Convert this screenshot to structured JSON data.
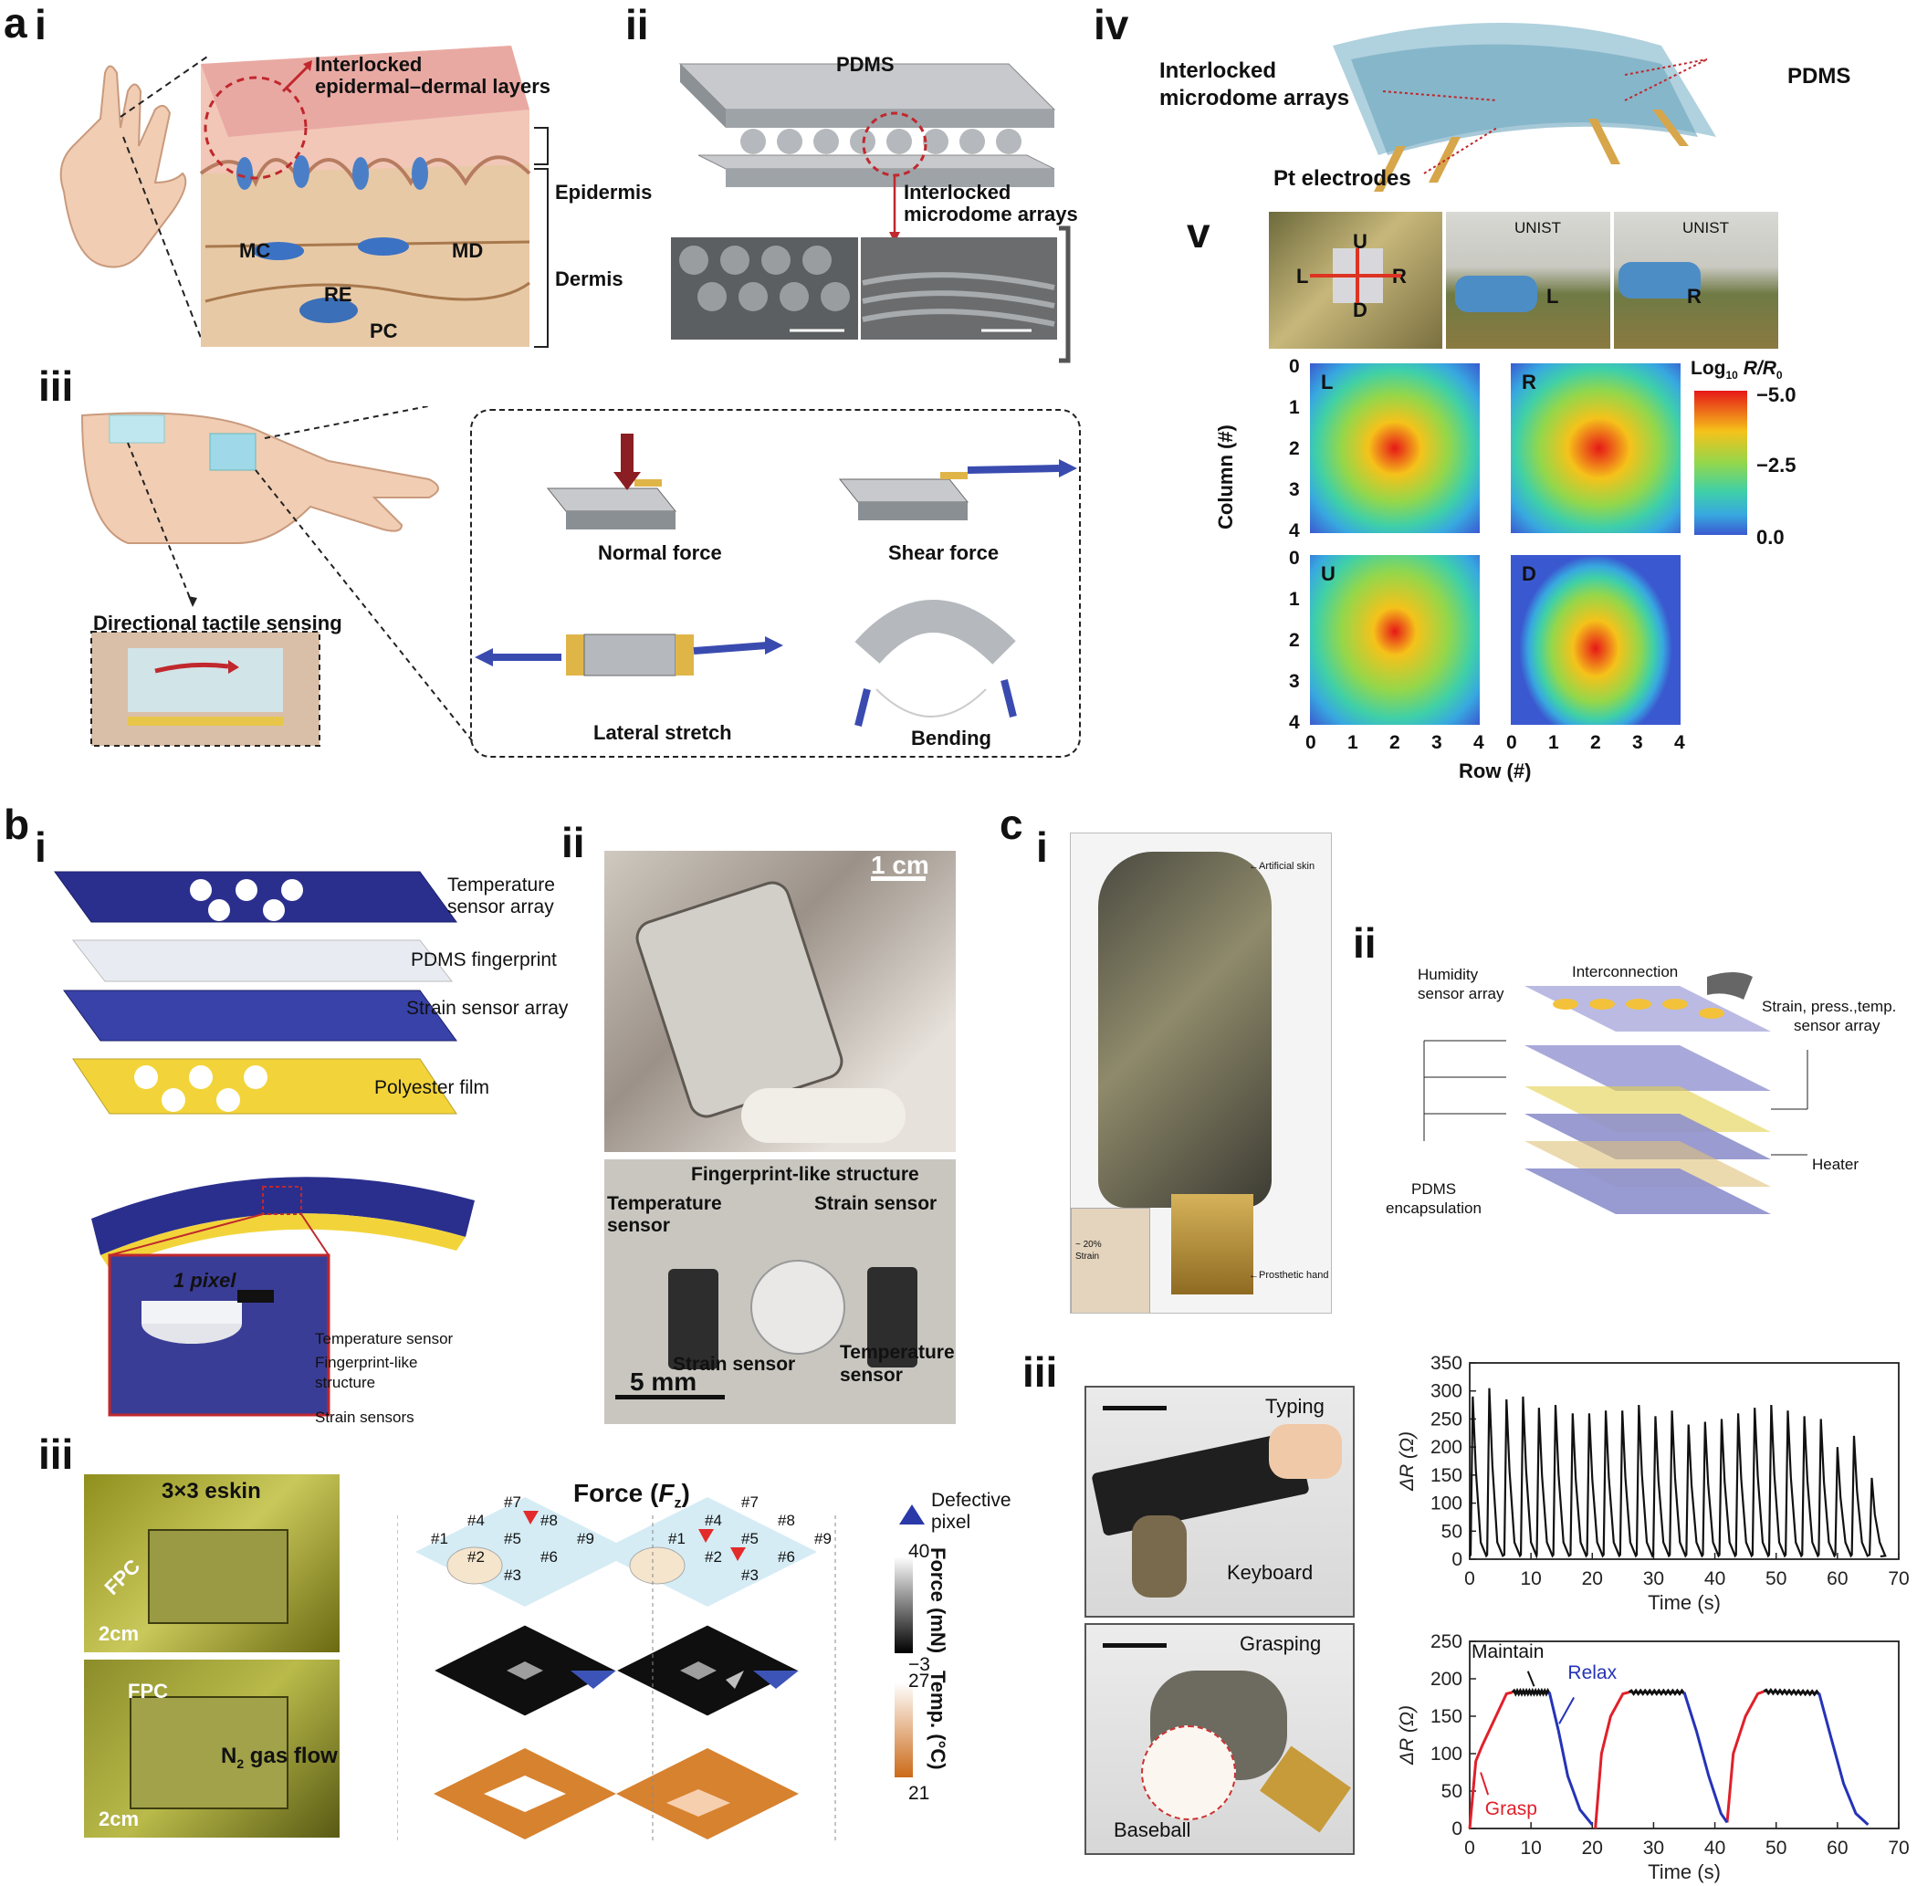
{
  "panels": {
    "a": "a",
    "b": "b",
    "c": "c",
    "i": "i",
    "ii": "ii",
    "iii": "iii",
    "iv": "iv",
    "v": "v"
  },
  "a": {
    "i_labels": {
      "interlocked": "Interlocked",
      "epidermal": "epidermal–dermal layers",
      "epidermis": "Epidermis",
      "dermis": "Dermis",
      "mc": "MC",
      "md": "MD",
      "re": "RE",
      "pc": "PC"
    },
    "ii_labels": {
      "pdms": "PDMS",
      "interlocked": "Interlocked",
      "microdome": "microdome arrays"
    },
    "iii_labels": {
      "directional": "Directional tactile sensing",
      "normal": "Normal force",
      "shear": "Shear force",
      "lateral": "Lateral stretch",
      "bending": "Bending"
    },
    "iv_labels": {
      "interlocked": "Interlocked",
      "microdome": "microdome arrays",
      "pdms": "PDMS",
      "pt": "Pt electrodes"
    },
    "v_labels": {
      "U": "U",
      "L": "L",
      "R": "R",
      "D": "D",
      "unist": "UNIST",
      "colorbar_title_log": "Log",
      "colorbar_title_sub": "10",
      "colorbar_title_ratio": "R/R",
      "colorbar_title_sub0": "0",
      "cb_top": "−5.0",
      "cb_mid": "−2.5",
      "cb_bot": "0.0",
      "ylabel": "Column (#)",
      "xlabel": "Row (#)",
      "ticks": [
        "0",
        "1",
        "2",
        "3",
        "4"
      ],
      "map_labels": [
        "L",
        "R",
        "U",
        "D"
      ]
    }
  },
  "b": {
    "i_labels": {
      "temp_array_1": "Temperature",
      "temp_array_2": "sensor array",
      "pdms_fp": "PDMS fingerprint",
      "strain_array": "Strain sensor array",
      "polyester": "Polyester film",
      "pixel": "1 pixel",
      "temp_sensor": "Temperature sensor",
      "fp_struct_1": "Fingerprint-like",
      "fp_struct_2": "structure",
      "strain_sensors": "Strain sensors"
    },
    "ii_labels": {
      "scale_top": "1 cm",
      "fp": "Fingerprint-like structure",
      "temp_1": "Temperature",
      "temp_2": "sensor",
      "strain_1": "Strain sensor",
      "strain_2": "Strain sensor",
      "temp_r1": "Temperature",
      "temp_r2": "sensor",
      "scale_bot": "5 mm"
    },
    "iii_labels": {
      "eskin": "3×3 eskin",
      "fpc": "FPC",
      "scale1": "2cm",
      "fpc2": "FPC",
      "n2": "N",
      "n2sub": "2",
      "gasflow": " gas flow",
      "scale2": "2cm",
      "force_title": "Force (",
      "force_f": "F",
      "force_z": "z",
      "force_close": ")",
      "defective_1": "Defective",
      "defective_2": "pixel",
      "pixel_ids": [
        "#1",
        "#2",
        "#3",
        "#4",
        "#5",
        "#6",
        "#7",
        "#8",
        "#9"
      ],
      "force_axis": "Force (mN)",
      "force_max": "40",
      "force_min": "−3",
      "temp_axis": "Temp. (°C)",
      "temp_max": "27",
      "temp_min": "21"
    }
  },
  "c": {
    "i_labels": {
      "artificial_skin": "←Artificial skin",
      "prosthetic": "←Prosthetic hand",
      "strain_inset_1": "~ 20%",
      "strain_inset_2": "Strain"
    },
    "ii_labels": {
      "humidity_1": "Humidity",
      "humidity_2": "sensor array",
      "interconnection": "Interconnection",
      "strain_1": "Strain, press.,temp.",
      "strain_2": "sensor array",
      "pdms_1": "PDMS",
      "pdms_2": "encapsulation",
      "heater": "Heater"
    },
    "iii_labels": {
      "typing": "Typing",
      "keyboard": "Keyboard",
      "grasping": "Grasping",
      "baseball": "Baseball",
      "maintain": "Maintain",
      "relax": "Relax",
      "grasp": "Grasp"
    }
  },
  "colors": {
    "accent_red": "#c0282d",
    "arrow_blue": "#3a4bb0",
    "trace_black": "#111111",
    "grasp_red": "#e0202a",
    "relax_blue": "#2533b8",
    "orange_pixel": "#d77a2a"
  },
  "chart_data": [
    {
      "type": "line",
      "title": "",
      "xlabel": "Time (s)",
      "ylabel": "ΔR (Ω)",
      "xlim": [
        0,
        70
      ],
      "ylim": [
        0,
        350
      ],
      "xticks": [
        0,
        10,
        20,
        30,
        40,
        50,
        60,
        70
      ],
      "yticks": [
        0,
        50,
        100,
        150,
        200,
        250,
        300,
        350
      ],
      "series": [
        {
          "peaks_x": [
            0.5,
            3.2,
            6.0,
            8.7,
            11.3,
            14.0,
            16.8,
            19.5,
            22.2,
            24.9,
            27.6,
            30.3,
            33.0,
            35.7,
            38.4,
            41.1,
            43.8,
            46.5,
            49.2,
            51.9,
            54.6,
            57.3,
            60.0,
            62.7,
            65.6
          ],
          "peaks_y": [
            290,
            305,
            285,
            290,
            270,
            275,
            260,
            260,
            265,
            265,
            275,
            255,
            265,
            240,
            245,
            250,
            260,
            270,
            275,
            265,
            255,
            250,
            200,
            220,
            145
          ]
        }
      ]
    },
    {
      "type": "line",
      "title": "",
      "xlabel": "Time (s)",
      "ylabel": "ΔR (Ω)",
      "xlim": [
        0,
        70
      ],
      "ylim": [
        0,
        250
      ],
      "xticks": [
        0,
        10,
        20,
        30,
        40,
        50,
        60,
        70
      ],
      "yticks": [
        0,
        50,
        100,
        150,
        200,
        250
      ],
      "series": [
        {
          "name": "Grasp",
          "segments": [
            [
              [
                0,
                0
              ],
              [
                1,
                90
              ],
              [
                2,
                110
              ],
              [
                4,
                145
              ],
              [
                6,
                180
              ],
              [
                7,
                182
              ]
            ],
            [
              [
                20.5,
                0
              ],
              [
                21.5,
                100
              ],
              [
                23,
                150
              ],
              [
                25,
                180
              ],
              [
                26,
                182
              ]
            ],
            [
              [
                42,
                8
              ],
              [
                43,
                100
              ],
              [
                45,
                150
              ],
              [
                47,
                180
              ],
              [
                48,
                183
              ]
            ]
          ]
        },
        {
          "name": "Maintain",
          "segments": [
            [
              [
                7,
                182
              ],
              [
                13,
                182
              ]
            ],
            [
              [
                26,
                182
              ],
              [
                35,
                182
              ]
            ],
            [
              [
                48,
                183
              ],
              [
                57,
                181
              ]
            ]
          ]
        },
        {
          "name": "Relax",
          "segments": [
            [
              [
                13,
                182
              ],
              [
                14.5,
                130
              ],
              [
                16,
                70
              ],
              [
                18,
                25
              ],
              [
                20,
                5
              ]
            ],
            [
              [
                35,
                182
              ],
              [
                37,
                130
              ],
              [
                39,
                70
              ],
              [
                41,
                20
              ],
              [
                42,
                8
              ]
            ],
            [
              [
                57,
                181
              ],
              [
                59,
                120
              ],
              [
                61,
                60
              ],
              [
                63,
                20
              ],
              [
                65,
                5
              ]
            ]
          ]
        }
      ]
    }
  ]
}
